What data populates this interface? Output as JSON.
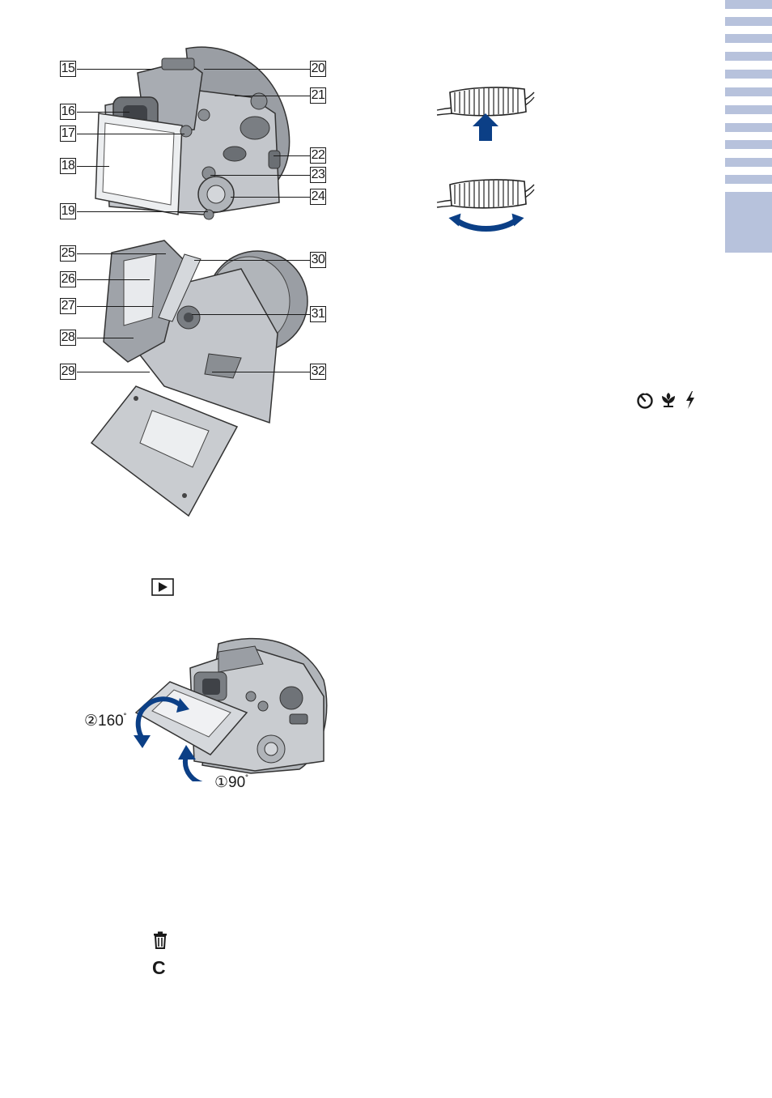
{
  "callouts_top": [
    "15",
    "16",
    "17",
    "18",
    "19",
    "20",
    "21",
    "22",
    "23",
    "24"
  ],
  "callouts_bottom": [
    "25",
    "26",
    "27",
    "28",
    "29",
    "30",
    "31",
    "32"
  ],
  "rotation": {
    "label_160": "160",
    "label_90": "90",
    "circle_1": "①",
    "circle_2": "②",
    "degree": "˚"
  },
  "icons": {
    "playback": "playback-icon",
    "self_timer": "self-timer-icon",
    "macro": "macro-icon",
    "flash": "flash-icon",
    "trash": "trash-icon",
    "custom_c": "C"
  },
  "colors": {
    "accent_blue": "#0b3f86",
    "tab": "#b7c2dc"
  }
}
